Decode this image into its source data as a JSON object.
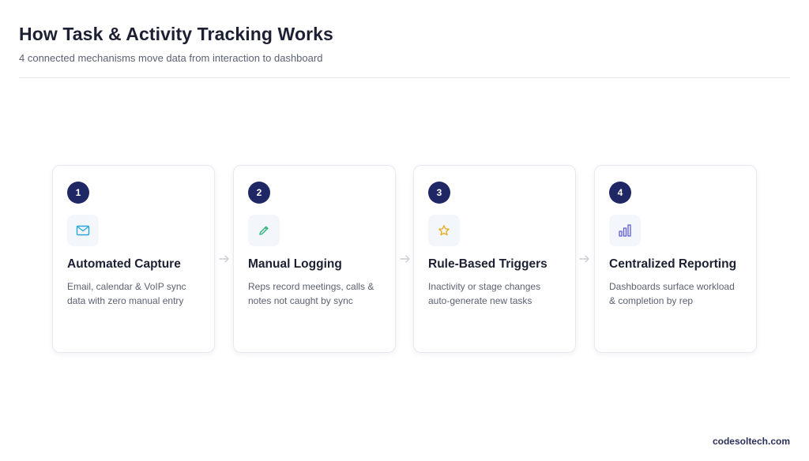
{
  "header": {
    "title": "How Task & Activity Tracking Works",
    "subtitle": "4 connected mechanisms move data from interaction to dashboard"
  },
  "steps": [
    {
      "number": "1",
      "title": "Automated Capture",
      "description": "Email, calendar & VoIP sync data with zero manual entry",
      "icon": "mail-icon",
      "icon_color": "#29a8d8"
    },
    {
      "number": "2",
      "title": "Manual Logging",
      "description": "Reps record meetings, calls & notes not caught by sync",
      "icon": "pencil-icon",
      "icon_color": "#2fb37a"
    },
    {
      "number": "3",
      "title": "Rule-Based Triggers",
      "description": "Inactivity or stage changes auto-generate new tasks",
      "icon": "star-icon",
      "icon_color": "#e8a91d"
    },
    {
      "number": "4",
      "title": "Centralized Reporting",
      "description": "Dashboards surface workload & completion by rep",
      "icon": "bar-chart-icon",
      "icon_color": "#5b5bd6"
    }
  ],
  "colors": {
    "badge": "#1f2765",
    "title_text": "#1d2033",
    "body_text": "#5b6172",
    "connector": "#c9ced8"
  },
  "footer": {
    "brand": "codesoltech.com"
  }
}
